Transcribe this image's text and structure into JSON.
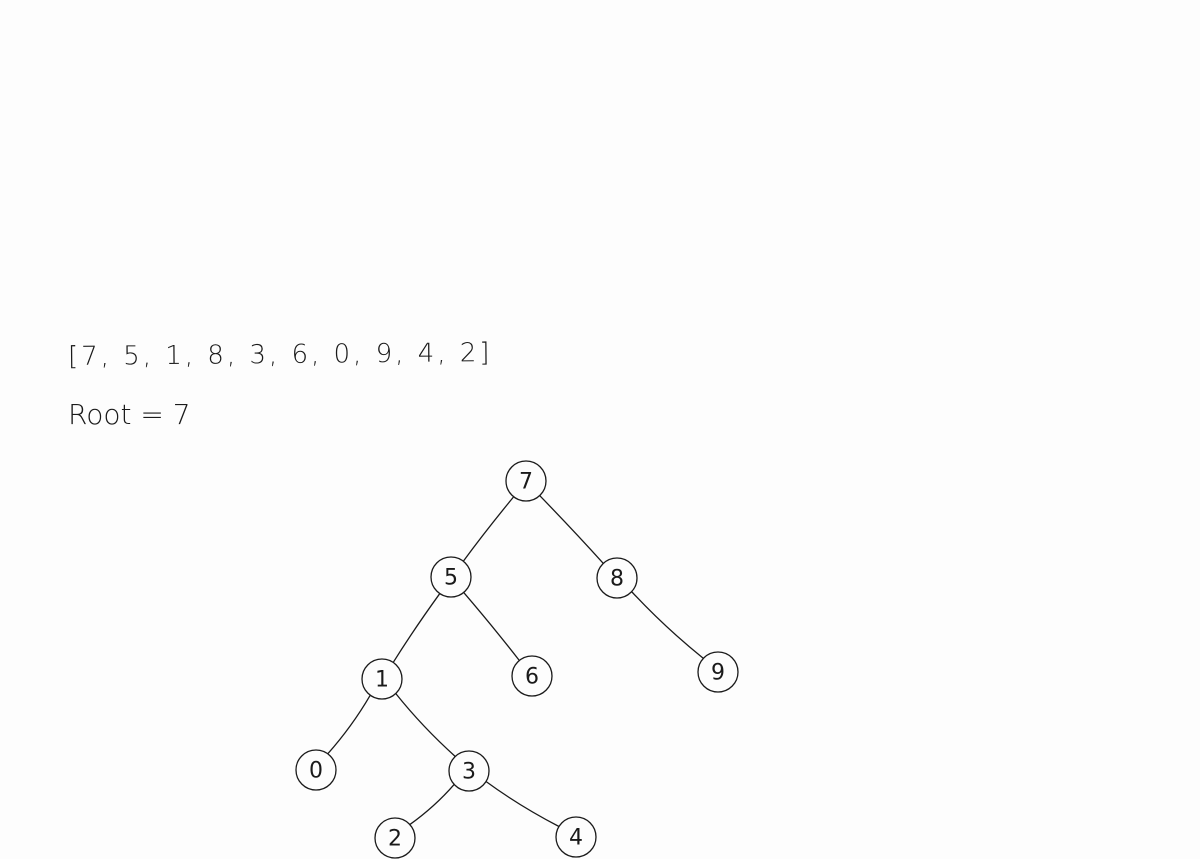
{
  "array_text": "[7, 5, 1, 8, 3, 6, 0, 9, 4, 2]",
  "root_text": "Root = 7",
  "tree": {
    "nodes": [
      {
        "id": "7",
        "label": "7"
      },
      {
        "id": "5",
        "label": "5"
      },
      {
        "id": "8",
        "label": "8"
      },
      {
        "id": "1",
        "label": "1"
      },
      {
        "id": "6",
        "label": "6"
      },
      {
        "id": "9",
        "label": "9"
      },
      {
        "id": "0",
        "label": "0"
      },
      {
        "id": "3",
        "label": "3"
      },
      {
        "id": "2",
        "label": "2"
      },
      {
        "id": "4",
        "label": "4"
      }
    ],
    "edges": [
      {
        "from": "7",
        "to": "5"
      },
      {
        "from": "7",
        "to": "8"
      },
      {
        "from": "5",
        "to": "1"
      },
      {
        "from": "5",
        "to": "6"
      },
      {
        "from": "8",
        "to": "9"
      },
      {
        "from": "1",
        "to": "0"
      },
      {
        "from": "1",
        "to": "3"
      },
      {
        "from": "3",
        "to": "2"
      },
      {
        "from": "3",
        "to": "4"
      }
    ]
  }
}
